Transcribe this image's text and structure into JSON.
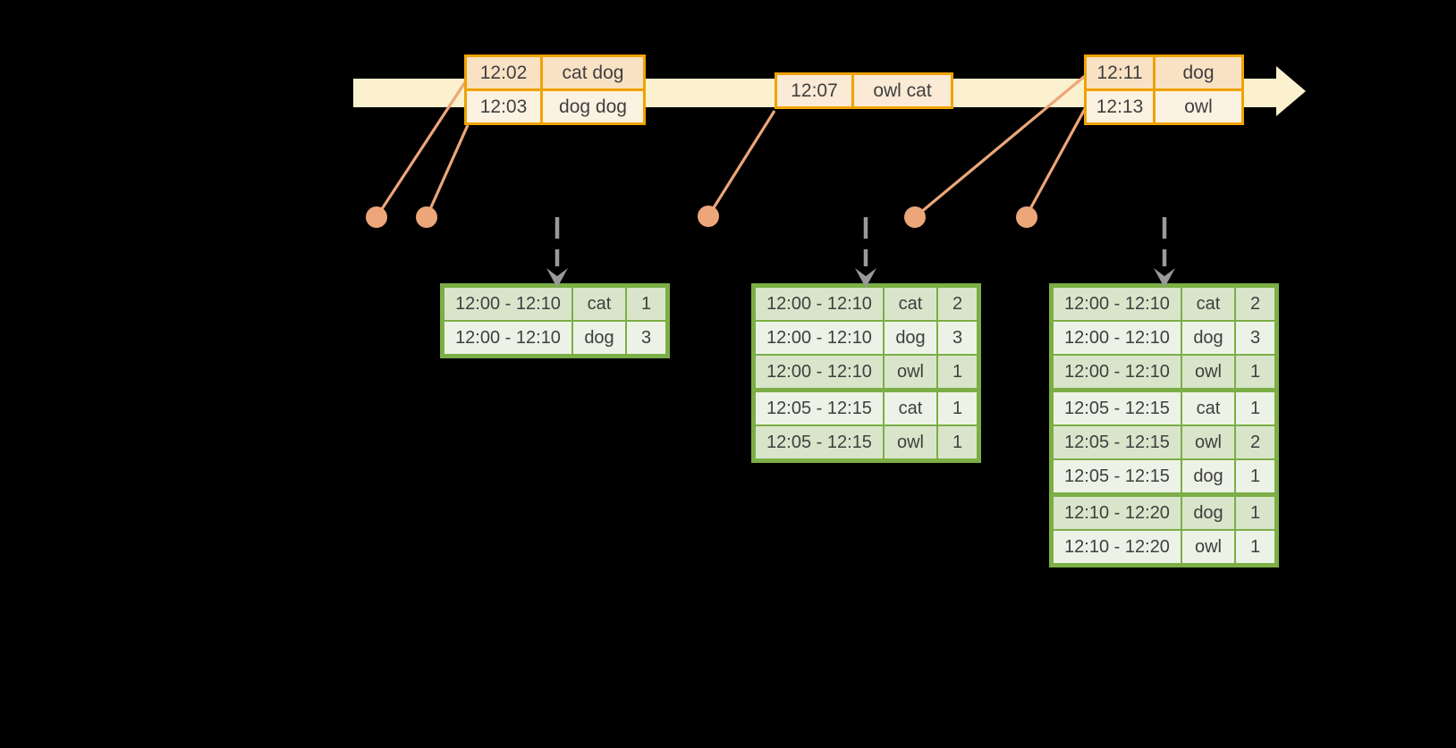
{
  "diagram": {
    "kind": "windowed-grouped-aggregation-timeline",
    "colors": {
      "background": "#000000",
      "timeline_band": "#fcf1ce",
      "event_border": "#f0a202",
      "event_row_dark": "#f9e2c4",
      "event_row_light": "#fcf2e2",
      "event_row_single": "#fbead5",
      "connector": "#eca679",
      "trigger_arrow": "#9a9a9a",
      "result_border": "#7bae45",
      "result_row_dark": "#d9e5ca",
      "result_row_light": "#edf2e6",
      "text": "#3f3f3f"
    },
    "event_tables": [
      {
        "rows": [
          {
            "time": "12:02",
            "words": "cat dog"
          },
          {
            "time": "12:03",
            "words": "dog dog"
          }
        ]
      },
      {
        "rows": [
          {
            "time": "12:07",
            "words": "owl cat"
          }
        ]
      },
      {
        "rows": [
          {
            "time": "12:11",
            "words": "dog"
          },
          {
            "time": "12:13",
            "words": "owl"
          }
        ]
      }
    ],
    "result_tables": [
      {
        "rows": [
          {
            "window": "12:00 - 12:10",
            "word": "cat",
            "count": "1"
          },
          {
            "window": "12:00 - 12:10",
            "word": "dog",
            "count": "3"
          }
        ]
      },
      {
        "rows": [
          {
            "window": "12:00 - 12:10",
            "word": "cat",
            "count": "2"
          },
          {
            "window": "12:00 - 12:10",
            "word": "dog",
            "count": "3"
          },
          {
            "window": "12:00 - 12:10",
            "word": "owl",
            "count": "1"
          },
          {
            "window": "12:05 - 12:15",
            "word": "cat",
            "count": "1"
          },
          {
            "window": "12:05 - 12:15",
            "word": "owl",
            "count": "1"
          }
        ]
      },
      {
        "rows": [
          {
            "window": "12:00 - 12:10",
            "word": "cat",
            "count": "2"
          },
          {
            "window": "12:00 - 12:10",
            "word": "dog",
            "count": "3"
          },
          {
            "window": "12:00 - 12:10",
            "word": "owl",
            "count": "1"
          },
          {
            "window": "12:05 - 12:15",
            "word": "cat",
            "count": "1"
          },
          {
            "window": "12:05 - 12:15",
            "word": "owl",
            "count": "2"
          },
          {
            "window": "12:05 - 12:15",
            "word": "dog",
            "count": "1"
          },
          {
            "window": "12:10 - 12:20",
            "word": "dog",
            "count": "1"
          },
          {
            "window": "12:10 - 12:20",
            "word": "owl",
            "count": "1"
          }
        ]
      }
    ],
    "icons": [
      "timeline-arrow-icon",
      "event-dot-icon",
      "trigger-arrow-icon"
    ]
  }
}
